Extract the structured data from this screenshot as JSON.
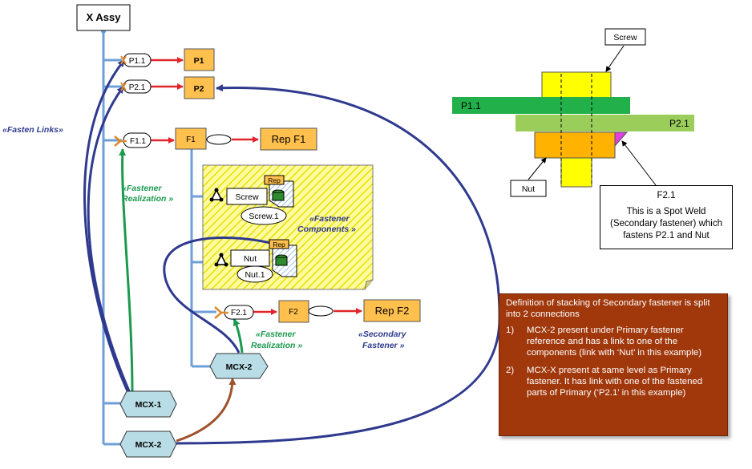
{
  "tree": {
    "root": "X Assy",
    "p11": "P1.1",
    "p1": "P1",
    "p21": "P2.1",
    "p2": "P2",
    "f11": "F1.1",
    "f1": "F1",
    "repf1": "Rep F1",
    "screw": "Screw",
    "screw1": "Screw.1",
    "nut": "Nut",
    "nut1": "Nut.1",
    "rep_a": "Rep",
    "rep_b": "Rep",
    "f21": "F2.1",
    "f2": "F2",
    "repf2": "Rep F2",
    "mcx2_inner": "MCX-2",
    "mcx1": "MCX-1",
    "mcx2_outer": "MCX-2"
  },
  "annotations": {
    "fasten_links": "«Fasten Links»",
    "fastener_realization_1a": "«Fastener",
    "fastener_realization_1b": "Realization »",
    "fastener_components_a": "«Fastener",
    "fastener_components_b": "Components »",
    "fastener_realization_2a": "«Fastener",
    "fastener_realization_2b": "Realization »",
    "secondary_fastener_a": "«Secondary",
    "secondary_fastener_b": "Fastener »"
  },
  "stack": {
    "screw": "Screw",
    "p11": "P1.1",
    "p21": "P2.1",
    "nut": "Nut"
  },
  "f21_box": {
    "title": "F2.1",
    "line1": "This is a Spot Weld",
    "line2": "(Secondary fastener) which",
    "line3": "fastens P2.1 and Nut"
  },
  "definition": {
    "intro": "Definition of stacking of Secondary fastener is split into 2 connections",
    "item1_num": "1)",
    "item1": "MCX-2 present under Primary fastener reference and has a link to one of the components (link with ‘Nut’ in this example)",
    "item2_num": "2)",
    "item2": "MCX-X present at same level as Primary fastener. It has link with one of the fastened parts of Primary (‘P2.1’ in this example)"
  },
  "colors": {
    "tree_line": "#6f9fd8",
    "red_arrow": "#e0262b",
    "navy_link": "#2f3a8f",
    "green_link": "#1b9a4e",
    "brown_link": "#a0522d",
    "part_fill": "#ffc04d",
    "mcx_fill": "#b9dde6",
    "plate_p11": "#22b04b",
    "plate_p21": "#9acd5a",
    "screw_yellow": "#ffff00",
    "nut_orange": "#ffb300",
    "weld_magenta": "#e040e0",
    "def_bg": "#a0380c"
  }
}
